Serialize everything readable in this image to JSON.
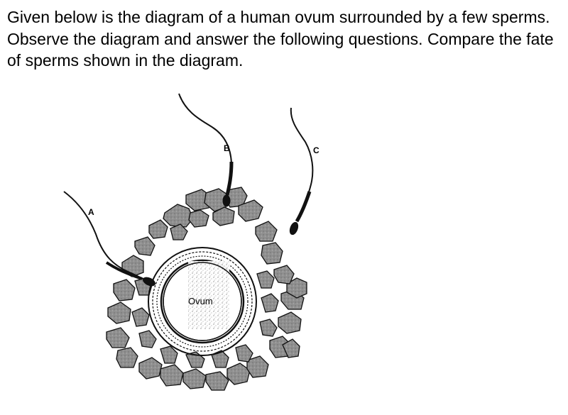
{
  "question": {
    "text": "Given below is the diagram of a human ovum surrounded by a few sperms. Observe the diagram and answer the following questions. Compare the fate of sperms shown in the diagram."
  },
  "diagram": {
    "labels": {
      "sperm_a": "A",
      "sperm_b": "B",
      "sperm_c": "C",
      "ovum": "Ovum"
    },
    "colors": {
      "ink": "#000000",
      "cell_fill": "#8f8f8f",
      "background": "#ffffff"
    }
  }
}
